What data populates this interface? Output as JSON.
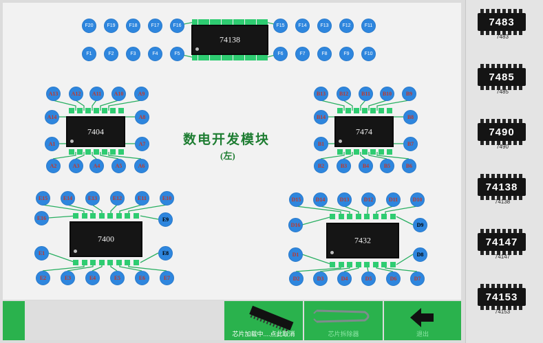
{
  "module_title": "数电开发模块",
  "module_subtitle": "(左)",
  "chips": {
    "top": "74138",
    "left_upper": "7404",
    "right_upper": "7474",
    "left_lower": "7400",
    "right_lower": "7432"
  },
  "pins": {
    "F_top": [
      "F20",
      "F19",
      "F18",
      "F17",
      "F16",
      "F15",
      "F14",
      "F13",
      "F12",
      "F11"
    ],
    "F_bottom": [
      "F1",
      "F2",
      "F3",
      "F4",
      "F5",
      "F6",
      "F7",
      "F8",
      "F9",
      "F10"
    ],
    "A_top": [
      "A13",
      "A12",
      "A11",
      "A10",
      "A9"
    ],
    "A_mid_left": [
      "A14",
      "A1"
    ],
    "A_mid_right": [
      "A8",
      "A7"
    ],
    "A_bottom": [
      "A2",
      "A3",
      "A4",
      "A5",
      "A6"
    ],
    "B_top": [
      "B13",
      "B12",
      "B11",
      "B10",
      "B9"
    ],
    "B_mid_left": [
      "B14",
      "B1"
    ],
    "B_mid_right": [
      "B8",
      "B7"
    ],
    "B_bottom": [
      "B2",
      "B3",
      "B4",
      "B5",
      "B6"
    ],
    "E_top": [
      "E15",
      "E14",
      "E13",
      "E12",
      "E11",
      "E10"
    ],
    "E_left": [
      "E16",
      "E1"
    ],
    "E_right": [
      "E9",
      "E8"
    ],
    "E_bottom": [
      "E2",
      "E3",
      "E4",
      "E5",
      "E6",
      "E7"
    ],
    "D_top": [
      "D15",
      "D14",
      "D13",
      "D12",
      "D11",
      "D10"
    ],
    "D_left": [
      "D16",
      "D1"
    ],
    "D_right": [
      "D9",
      "D8"
    ],
    "D_bottom": [
      "D2",
      "D3",
      "D4",
      "D5",
      "D6",
      "D7"
    ]
  },
  "toolbar": {
    "load_chip_label": "芯片加载中....点此取消",
    "remove_chip_label": "芯片拆除器",
    "exit_label": "退出",
    "progress_percent": 10
  },
  "chip_library": [
    "7483",
    "7485",
    "7490",
    "74138",
    "74147",
    "74153"
  ]
}
